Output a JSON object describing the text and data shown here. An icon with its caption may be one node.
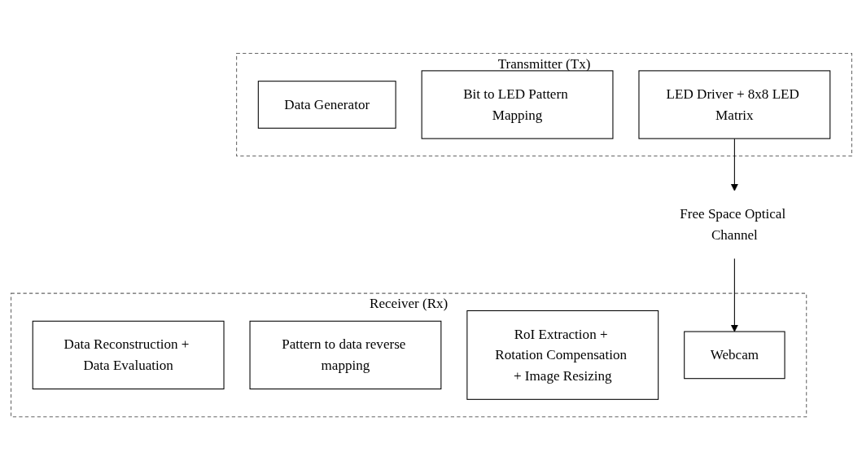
{
  "diagram": {
    "nodes": [
      {
        "text": [
          "Transmitter (Tx)"
        ]
      },
      {
        "text": [
          "Data Generator"
        ],
        "in": 0
      },
      {
        "text": [
          "Bit to LED Pattern Mapping"
        ],
        "in": 0
      },
      {
        "text": [
          "LED Driver + 8x8 LED Matrix"
        ],
        "in": 0
      },
      {
        "text": [
          "Free Space Optical Channel"
        ]
      },
      {
        "text": [
          "Receiver (Rx)"
        ]
      },
      {
        "text": [
          "Data Reconstruction + Data Evaluation"
        ],
        "in": 5
      },
      {
        "text": [
          "Pattern to data reverse mapping"
        ],
        "in": 5
      },
      {
        "text": [
          "RoI Extraction + Rotation Compensation + Image Resizing"
        ],
        "in": 5
      },
      {
        "text": [
          "Webcam"
        ],
        "in": 5
      }
    ],
    "edges": [
      {
        "from": 3,
        "to": 4,
        "arrow": "to"
      },
      {
        "from": 4,
        "to": 9,
        "arrow": "to"
      }
    ]
  }
}
